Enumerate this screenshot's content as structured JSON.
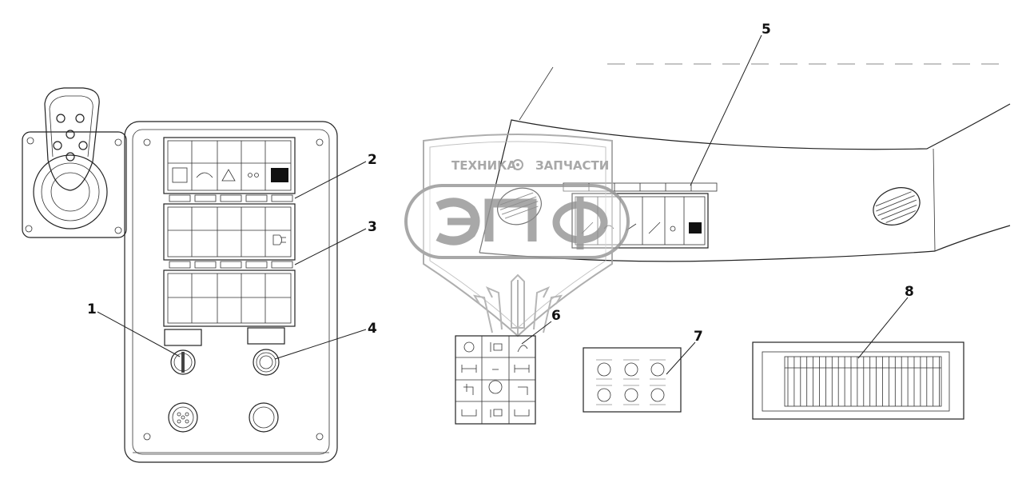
{
  "watermark": {
    "left_word": "ТЕХНИКА",
    "right_word": "ЗАПЧАСТИ"
  },
  "callouts": [
    "1",
    "2",
    "3",
    "4",
    "5",
    "6",
    "7",
    "8"
  ],
  "colors": {
    "line": "#222222",
    "watermark": "#9a9a9a",
    "background": "#ffffff"
  }
}
